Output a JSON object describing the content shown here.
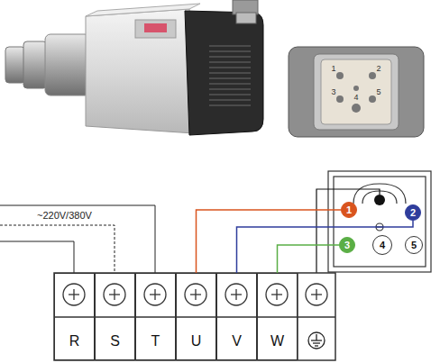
{
  "diagram": {
    "nodes": [
      {
        "text": [
          "1"
        ]
      },
      {
        "text": [
          "2"
        ]
      },
      {
        "text": [
          "3"
        ]
      },
      {
        "text": [
          "4"
        ]
      },
      {
        "text": [
          "5"
        ]
      },
      {
        "text": [
          "R"
        ]
      },
      {
        "text": [
          "S"
        ]
      },
      {
        "text": [
          "T"
        ]
      },
      {
        "text": [
          "U"
        ]
      },
      {
        "text": [
          "V"
        ]
      },
      {
        "text": [
          "W"
        ]
      }
    ],
    "edges": [
      {
        "from": 8,
        "to": 0,
        "arrow": "none"
      },
      {
        "from": 9,
        "to": 1,
        "arrow": "none"
      },
      {
        "from": 10,
        "to": 2,
        "arrow": "none"
      }
    ],
    "labels": [
      "~220V/380V",
      "1",
      "2",
      "3",
      "4",
      "5"
    ]
  }
}
